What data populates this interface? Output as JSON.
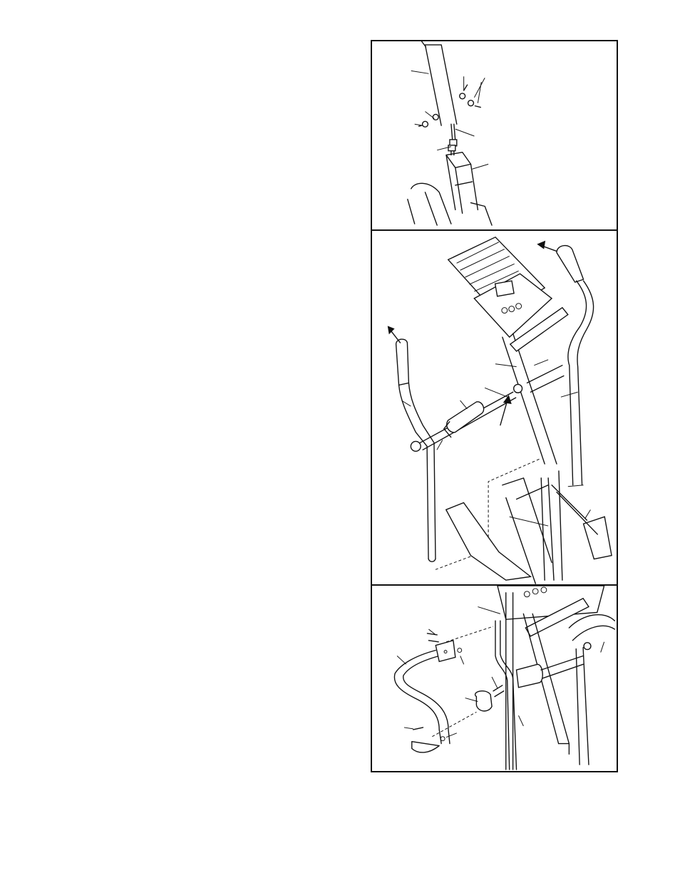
{
  "page": {
    "text_column": ""
  },
  "figures": [
    {
      "id": "step-1",
      "callouts": []
    },
    {
      "id": "step-2",
      "callouts": []
    },
    {
      "id": "step-3",
      "callouts": []
    }
  ],
  "colors": {
    "ink": "#111111",
    "paper": "#ffffff"
  }
}
